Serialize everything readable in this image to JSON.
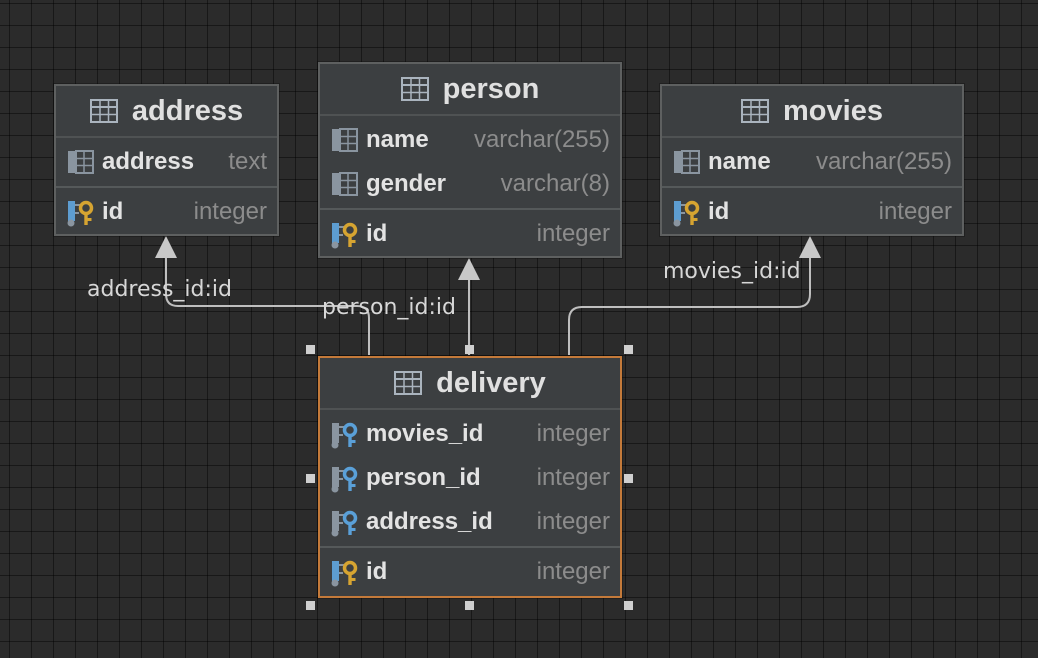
{
  "tables": {
    "address": {
      "title": "address",
      "columns": [
        {
          "name": "address",
          "type": "text",
          "icon": "column-icon"
        }
      ],
      "keys": [
        {
          "name": "id",
          "type": "integer",
          "icon": "primary-key-icon"
        }
      ]
    },
    "person": {
      "title": "person",
      "columns": [
        {
          "name": "name",
          "type": "varchar(255)",
          "icon": "column-icon"
        },
        {
          "name": "gender",
          "type": "varchar(8)",
          "icon": "column-icon"
        }
      ],
      "keys": [
        {
          "name": "id",
          "type": "integer",
          "icon": "primary-key-icon"
        }
      ]
    },
    "movies": {
      "title": "movies",
      "columns": [
        {
          "name": "name",
          "type": "varchar(255)",
          "icon": "column-icon"
        }
      ],
      "keys": [
        {
          "name": "id",
          "type": "integer",
          "icon": "primary-key-icon"
        }
      ]
    },
    "delivery": {
      "title": "delivery",
      "columns": [
        {
          "name": "movies_id",
          "type": "integer",
          "icon": "foreign-key-icon"
        },
        {
          "name": "person_id",
          "type": "integer",
          "icon": "foreign-key-icon"
        },
        {
          "name": "address_id",
          "type": "integer",
          "icon": "foreign-key-icon"
        }
      ],
      "keys": [
        {
          "name": "id",
          "type": "integer",
          "icon": "primary-key-icon"
        }
      ]
    }
  },
  "relations": [
    {
      "label": "address_id:id",
      "from": "delivery",
      "to": "address"
    },
    {
      "label": "person_id:id",
      "from": "delivery",
      "to": "person"
    },
    {
      "label": "movies_id:id",
      "from": "delivery",
      "to": "movies"
    }
  ],
  "colors": {
    "background": "#2b2b2b",
    "table_body": "#3c3f41",
    "selection_border": "#c47a3a",
    "key_gold": "#d6a431",
    "fk_blue": "#5aa0d8",
    "connector": "#bfbfbf"
  }
}
